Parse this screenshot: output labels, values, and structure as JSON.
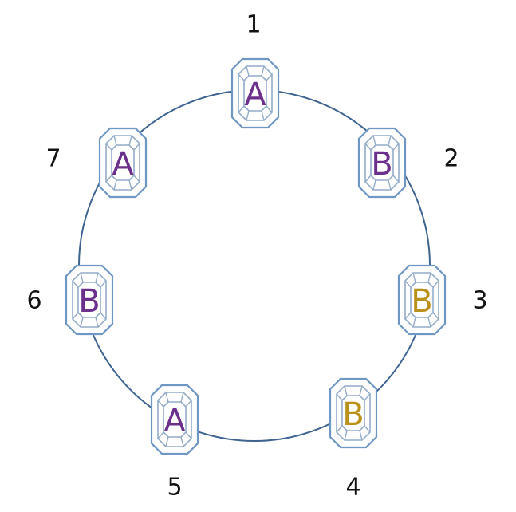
{
  "colors": {
    "ring": "#3f6490",
    "A": "#6b2f8c",
    "B_purple": "#6b2f8c",
    "B_gold": "#b8921a"
  },
  "nodes": [
    {
      "index": "1",
      "letter": "A",
      "color": "#6b2f8c"
    },
    {
      "index": "2",
      "letter": "B",
      "color": "#6b2f8c"
    },
    {
      "index": "3",
      "letter": "B",
      "color": "#b8921a"
    },
    {
      "index": "4",
      "letter": "B",
      "color": "#b8921a"
    },
    {
      "index": "5",
      "letter": "A",
      "color": "#6b2f8c"
    },
    {
      "index": "6",
      "letter": "B",
      "color": "#6b2f8c"
    },
    {
      "index": "7",
      "letter": "A",
      "color": "#6b2f8c"
    }
  ]
}
